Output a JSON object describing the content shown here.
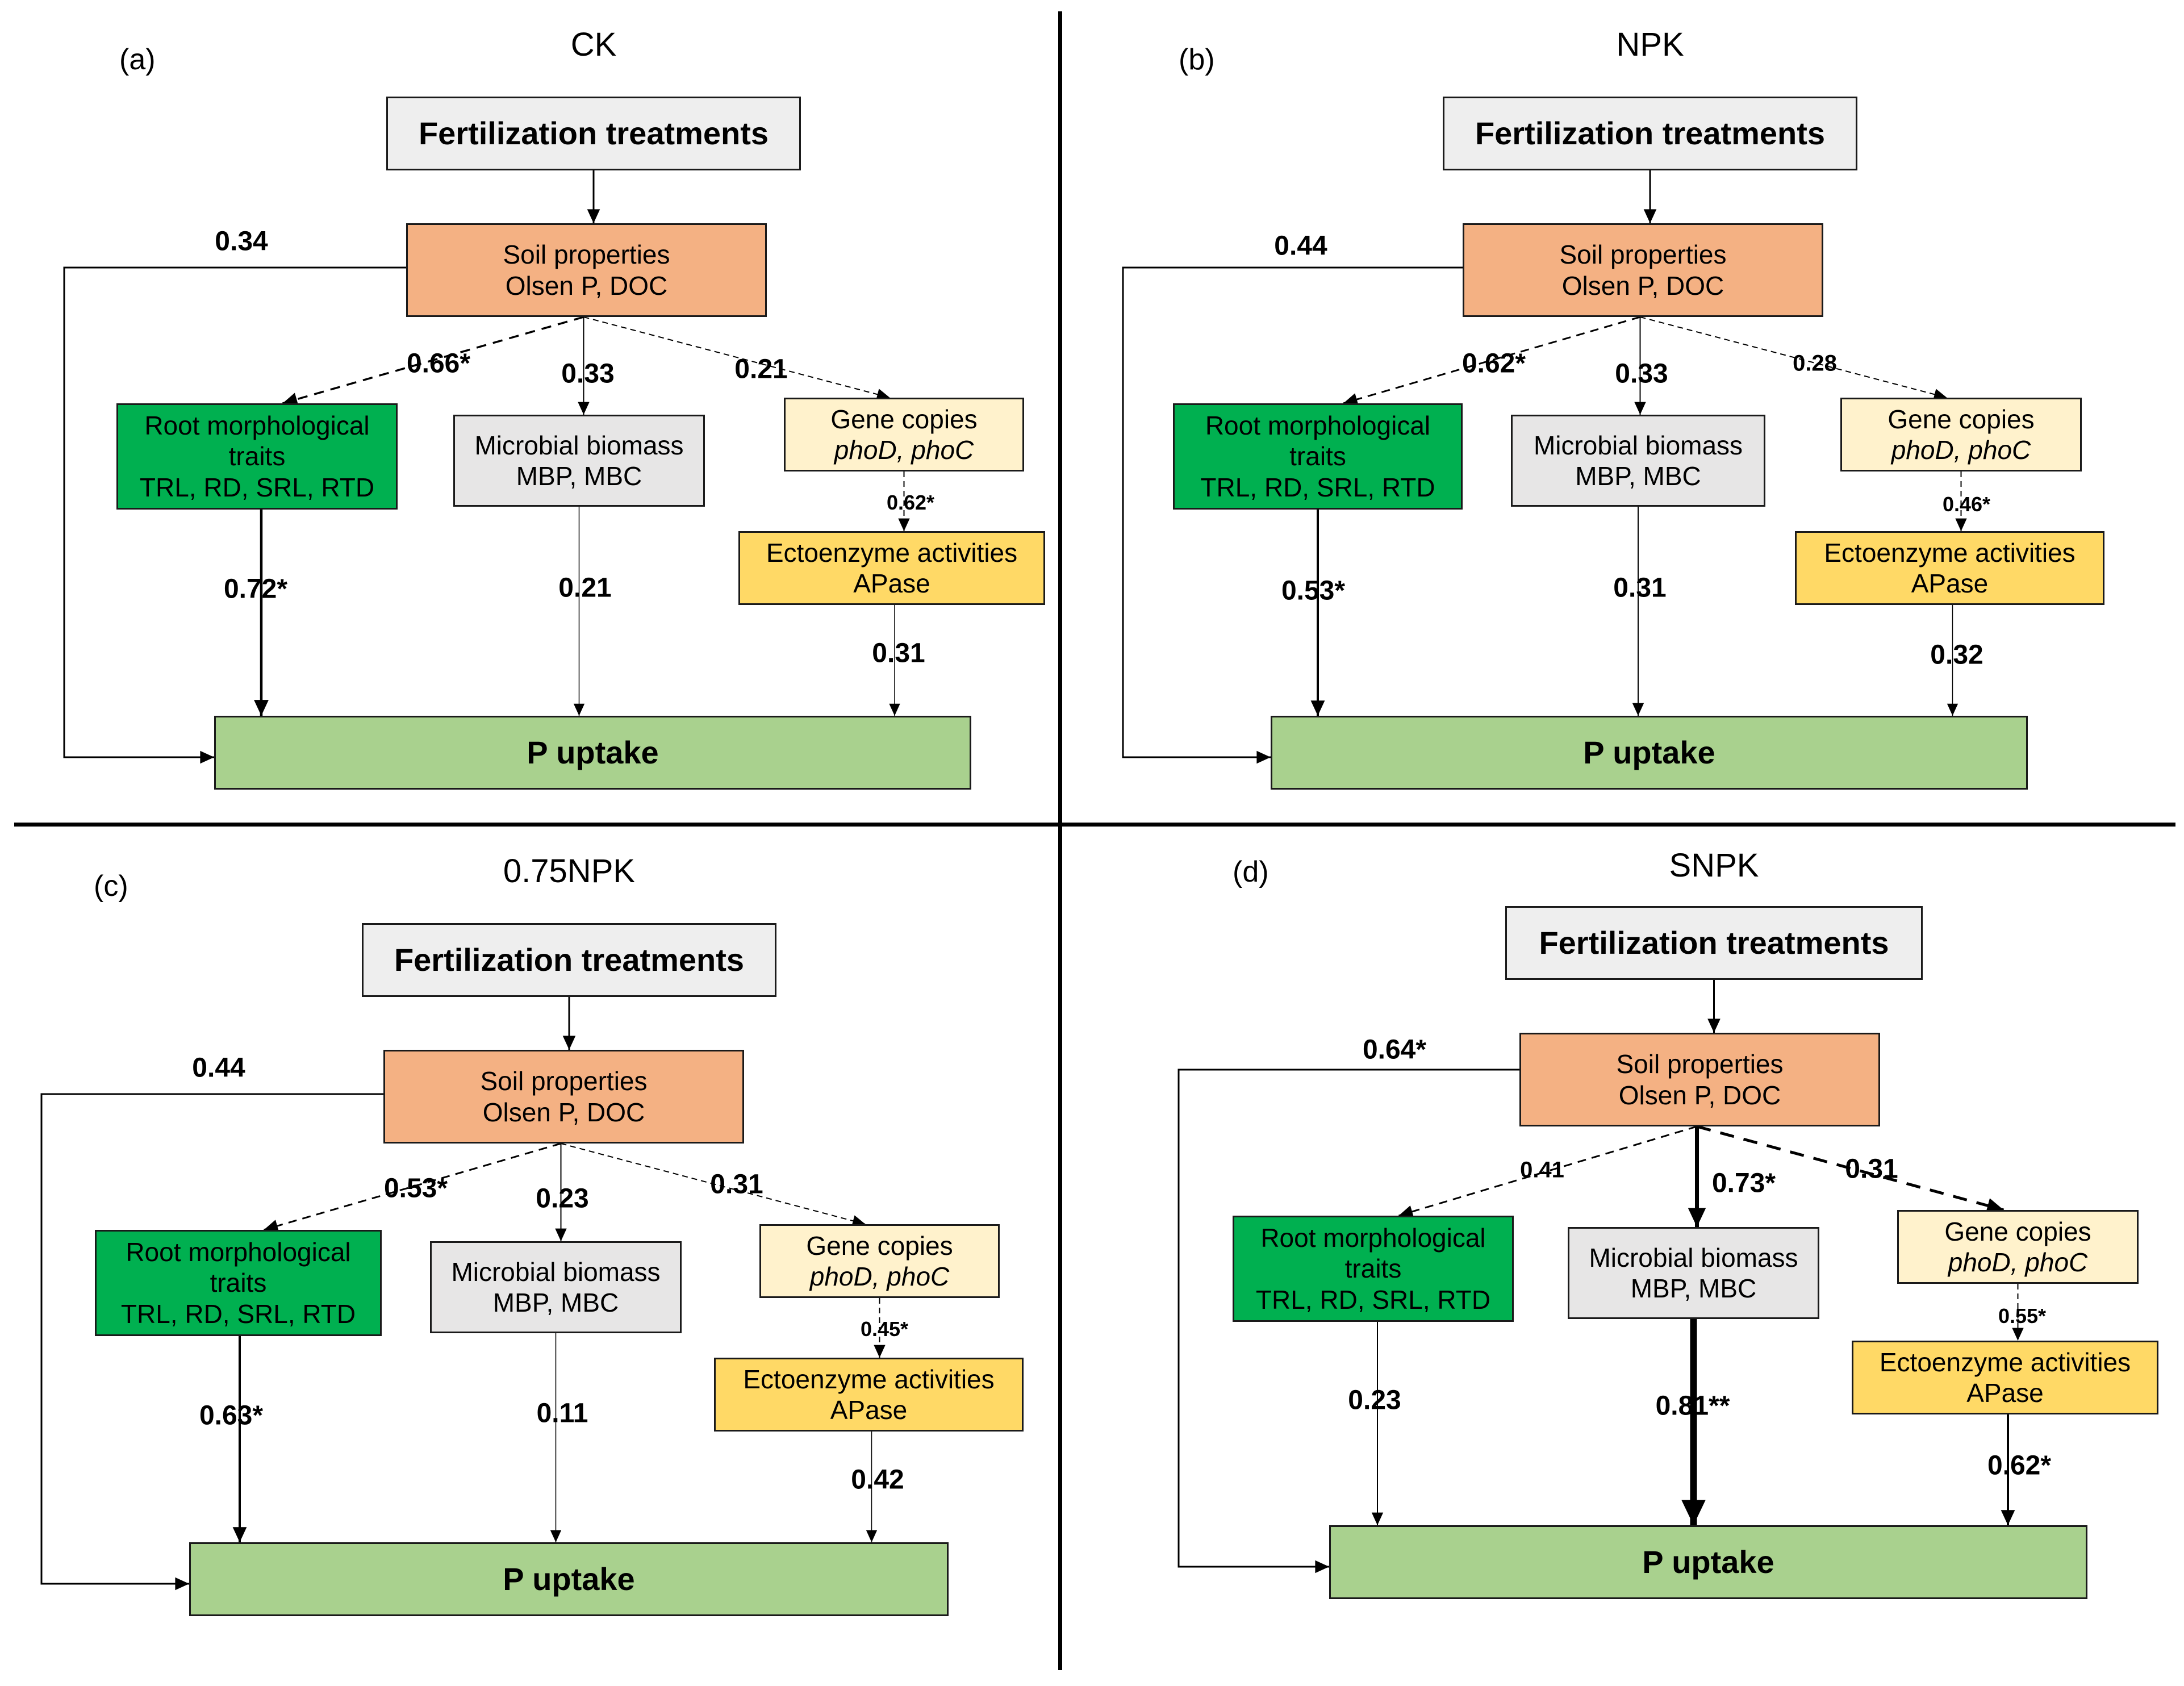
{
  "panels": [
    {
      "letter": "(a)",
      "title": "CK",
      "boxes": {
        "fertilization": "Fertilization treatments",
        "soil": [
          "Soil properties",
          "Olsen P, DOC"
        ],
        "root": [
          "Root morphological",
          "traits",
          "TRL, RD, SRL, RTD"
        ],
        "microbial": [
          "Microbial biomass",
          "MBP, MBC"
        ],
        "gene": [
          "Gene copies",
          "phoD, phoC"
        ],
        "ecto": [
          "Ectoenzyme activities",
          "APase"
        ],
        "uptake": "P uptake"
      },
      "coefficients": {
        "soil_uptake": "0.34",
        "soil_root": "0.66*",
        "soil_microbial": "0.33",
        "soil_gene": "0.21",
        "gene_ecto": "0.62*",
        "root_uptake": "0.72*",
        "microbial_uptake": "0.21",
        "ecto_uptake": "0.31"
      }
    },
    {
      "letter": "(b)",
      "title": "NPK",
      "boxes": {
        "fertilization": "Fertilization treatments",
        "soil": [
          "Soil properties",
          "Olsen P, DOC"
        ],
        "root": [
          "Root morphological",
          "traits",
          "TRL, RD, SRL, RTD"
        ],
        "microbial": [
          "Microbial biomass",
          "MBP, MBC"
        ],
        "gene": [
          "Gene copies",
          "phoD, phoC"
        ],
        "ecto": [
          "Ectoenzyme activities",
          "APase"
        ],
        "uptake": "P uptake"
      },
      "coefficients": {
        "soil_uptake": "0.44",
        "soil_root": "0.62*",
        "soil_microbial": "0.33",
        "soil_gene": "0.28",
        "gene_ecto": "0.46*",
        "root_uptake": "0.53*",
        "microbial_uptake": "0.31",
        "ecto_uptake": "0.32"
      }
    },
    {
      "letter": "(c)",
      "title": "0.75NPK",
      "boxes": {
        "fertilization": "Fertilization treatments",
        "soil": [
          "Soil properties",
          "Olsen P, DOC"
        ],
        "root": [
          "Root morphological",
          "traits",
          "TRL, RD, SRL, RTD"
        ],
        "microbial": [
          "Microbial biomass",
          "MBP, MBC"
        ],
        "gene": [
          "Gene copies",
          "phoD, phoC"
        ],
        "ecto": [
          "Ectoenzyme activities",
          "APase"
        ],
        "uptake": "P uptake"
      },
      "coefficients": {
        "soil_uptake": "0.44",
        "soil_root": "0.53*",
        "soil_microbial": "0.23",
        "soil_gene": "0.31",
        "gene_ecto": "0.45*",
        "root_uptake": "0.63*",
        "microbial_uptake": "0.11",
        "ecto_uptake": "0.42"
      }
    },
    {
      "letter": "(d)",
      "title": "SNPK",
      "boxes": {
        "fertilization": "Fertilization treatments",
        "soil": [
          "Soil properties",
          "Olsen P, DOC"
        ],
        "root": [
          "Root morphological",
          "traits",
          "TRL, RD, SRL, RTD"
        ],
        "microbial": [
          "Microbial biomass",
          "MBP, MBC"
        ],
        "gene": [
          "Gene copies",
          "phoD, phoC"
        ],
        "ecto": [
          "Ectoenzyme activities",
          "APase"
        ],
        "uptake": "P uptake"
      },
      "coefficients": {
        "soil_uptake": "0.64*",
        "soil_root": "0.41",
        "soil_microbial": "0.73*",
        "soil_gene": "0.31",
        "gene_ecto": "0.55*",
        "root_uptake": "0.23",
        "microbial_uptake": "0.81**",
        "ecto_uptake": "0.62*"
      }
    }
  ],
  "colors": {
    "fertilization": "#eeeeee",
    "soil": "#f4b183",
    "root": "#00b050",
    "microbial": "#e7e6e6",
    "gene": "#fff2cc",
    "ecto": "#ffd966",
    "uptake": "#a9d18e"
  }
}
